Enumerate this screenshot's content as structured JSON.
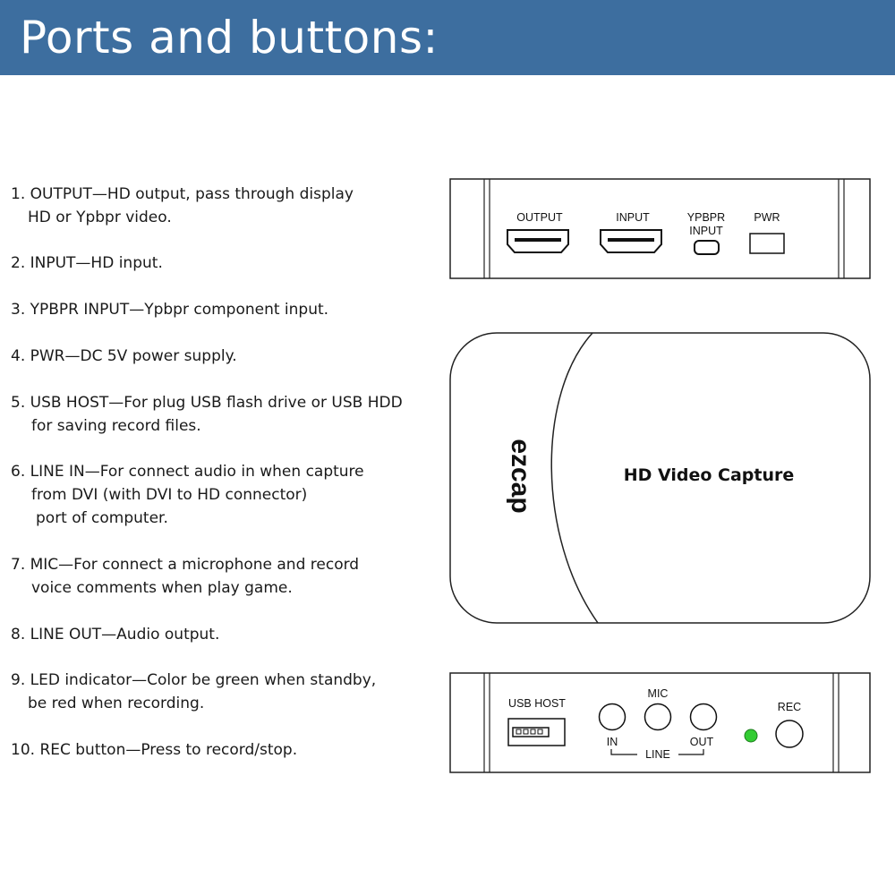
{
  "header": {
    "title": "Ports and buttons:"
  },
  "descriptions": [
    {
      "lines": [
        "1. OUTPUT—HD output, pass through display",
        "HD or Ypbpr video."
      ]
    },
    {
      "lines": [
        "2. INPUT—HD input."
      ]
    },
    {
      "lines": [
        "3. YPBPR INPUT—Ypbpr component input."
      ]
    },
    {
      "lines": [
        "4. PWR—DC 5V power supply."
      ]
    },
    {
      "lines": [
        "5. USB HOST—For plug USB flash drive or USB HDD",
        "for saving record files."
      ]
    },
    {
      "lines": [
        "6. LINE IN—For connect audio in when capture",
        "from DVI (with DVI to HD connector)",
        "port of computer."
      ]
    },
    {
      "lines": [
        "7. MIC—For connect a microphone and record",
        "voice comments when play game."
      ]
    },
    {
      "lines": [
        "8. LINE OUT—Audio output."
      ]
    },
    {
      "lines": [
        "9. LED indicator—Color be green when standby,",
        "be red when recording."
      ]
    },
    {
      "lines": [
        "10. REC button—Press to record/stop."
      ]
    }
  ],
  "back_panel": {
    "output_label": "OUTPUT",
    "input_label": "INPUT",
    "ypbpr_label_1": "YPBPR",
    "ypbpr_label_2": "INPUT",
    "pwr_label": "PWR"
  },
  "device_top": {
    "brand": "ezcap",
    "product_name": "HD Video Capture"
  },
  "front_panel": {
    "usb_host_label": "USB HOST",
    "mic_label": "MIC",
    "in_label": "IN",
    "out_label": "OUT",
    "line_label": "LINE",
    "rec_label": "REC",
    "led_color": "#33cc33"
  },
  "colors": {
    "banner": "#3d6e9f"
  }
}
